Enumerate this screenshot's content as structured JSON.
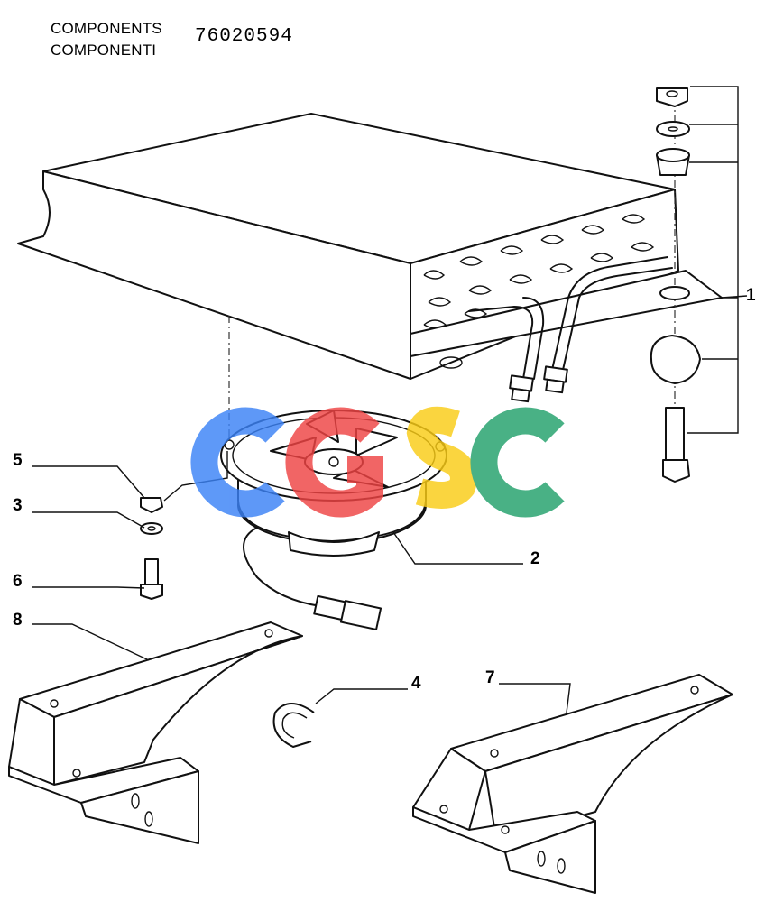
{
  "header": {
    "line1": "COMPONENTS",
    "line2": "COMPONENTI",
    "part_number": "76020594"
  },
  "callouts": [
    "1",
    "2",
    "3",
    "4",
    "5",
    "6",
    "7",
    "8"
  ],
  "watermark": {
    "letters": [
      "C",
      "G",
      "S",
      "C"
    ],
    "colors": [
      "#3b82f6",
      "#ef4444",
      "#facc15",
      "#22a06b"
    ]
  }
}
